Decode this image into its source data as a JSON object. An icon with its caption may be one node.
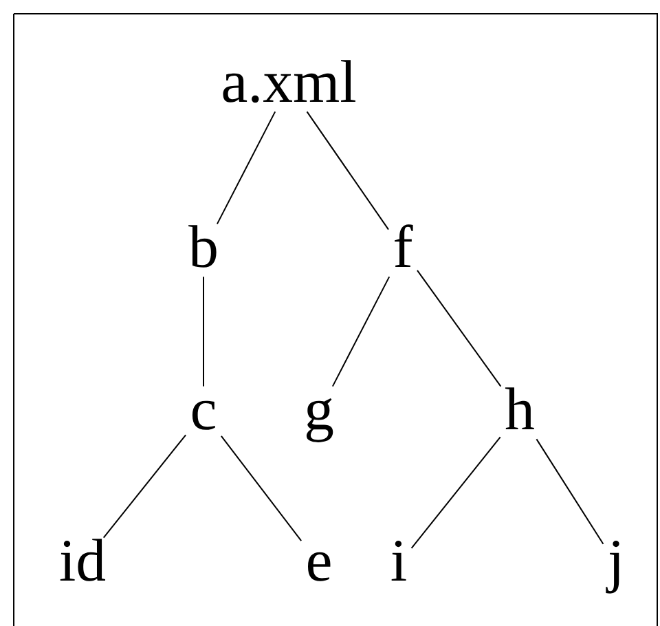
{
  "diagram": {
    "nodes": [
      {
        "text": [
          "a.xml"
        ]
      },
      {
        "text": [
          "b"
        ]
      },
      {
        "text": [
          "f"
        ]
      },
      {
        "text": [
          "c"
        ]
      },
      {
        "text": [
          "g"
        ]
      },
      {
        "text": [
          "h"
        ]
      },
      {
        "text": [
          "id"
        ]
      },
      {
        "text": [
          "e"
        ]
      },
      {
        "text": [
          "i"
        ]
      },
      {
        "text": [
          "j"
        ]
      }
    ],
    "edges": [
      {
        "from": 0,
        "to": 1,
        "arrow": "none"
      },
      {
        "from": 0,
        "to": 2,
        "arrow": "none"
      },
      {
        "from": 1,
        "to": 3,
        "arrow": "none"
      },
      {
        "from": 2,
        "to": 4,
        "arrow": "none"
      },
      {
        "from": 2,
        "to": 5,
        "arrow": "none"
      },
      {
        "from": 3,
        "to": 6,
        "arrow": "none"
      },
      {
        "from": 3,
        "to": 7,
        "arrow": "none"
      },
      {
        "from": 5,
        "to": 8,
        "arrow": "none"
      },
      {
        "from": 5,
        "to": 9,
        "arrow": "none"
      }
    ]
  }
}
